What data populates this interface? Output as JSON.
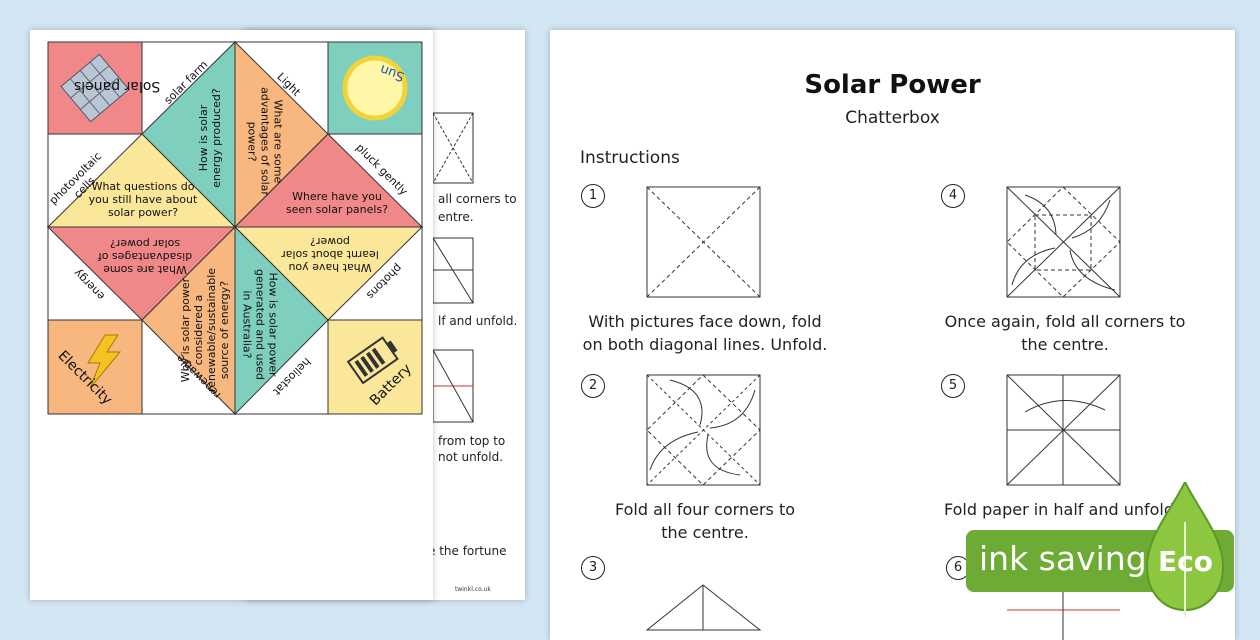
{
  "back_sheet": {
    "texts": [
      "all corners to",
      "entre.",
      "lf and unfold.",
      "from top to",
      "not unfold.",
      "e the fortune",
      "twinkl.co.uk"
    ]
  },
  "fortune_teller": {
    "corners": [
      "Solar panels",
      "Sun",
      "Electricity",
      "Battery"
    ],
    "outer_words": [
      "solar farm",
      "Light",
      "photovoltaic cells",
      "pluck gently",
      "energy",
      "photons",
      "renewable",
      "heliostat"
    ],
    "questions": [
      "How is solar energy produced?",
      "What are some advantages of solar power?",
      "What questions do you still have about solar power?",
      "Where have you seen solar panels?",
      "What are some disadvantages of solar power?",
      "What have you learnt about solar power?",
      "Why is solar power considered a renewable/sustainable source of energy?",
      "How is solar power generated and used in Australia?"
    ]
  },
  "right_sheet": {
    "title": "Solar Power",
    "subtitle": "Chatterbox",
    "section_heading": "Instructions",
    "steps": [
      {
        "num": "1",
        "text_l1": "With pictures face down, fold",
        "text_l2": "on both diagonal lines. Unfold."
      },
      {
        "num": "2",
        "text_l1": "Fold all four corners to",
        "text_l2": "the centre."
      },
      {
        "num": "3",
        "text_l1": "",
        "text_l2": ""
      },
      {
        "num": "4",
        "text_l1": "Once again, fold all corners to",
        "text_l2": "the centre."
      },
      {
        "num": "5",
        "text_l1": "Fold paper in half and unfold.",
        "text_l2": ""
      },
      {
        "num": "6",
        "text_l1": "",
        "text_l2": ""
      }
    ]
  },
  "badge": {
    "text": "ink saving",
    "label": "Eco"
  },
  "colors": {
    "background": "#d3e6f3",
    "red": "#f0888a",
    "teal": "#7fcfbf",
    "yellow": "#fbe79a",
    "orange": "#f7b77f",
    "eco_green": "#6dab35"
  }
}
